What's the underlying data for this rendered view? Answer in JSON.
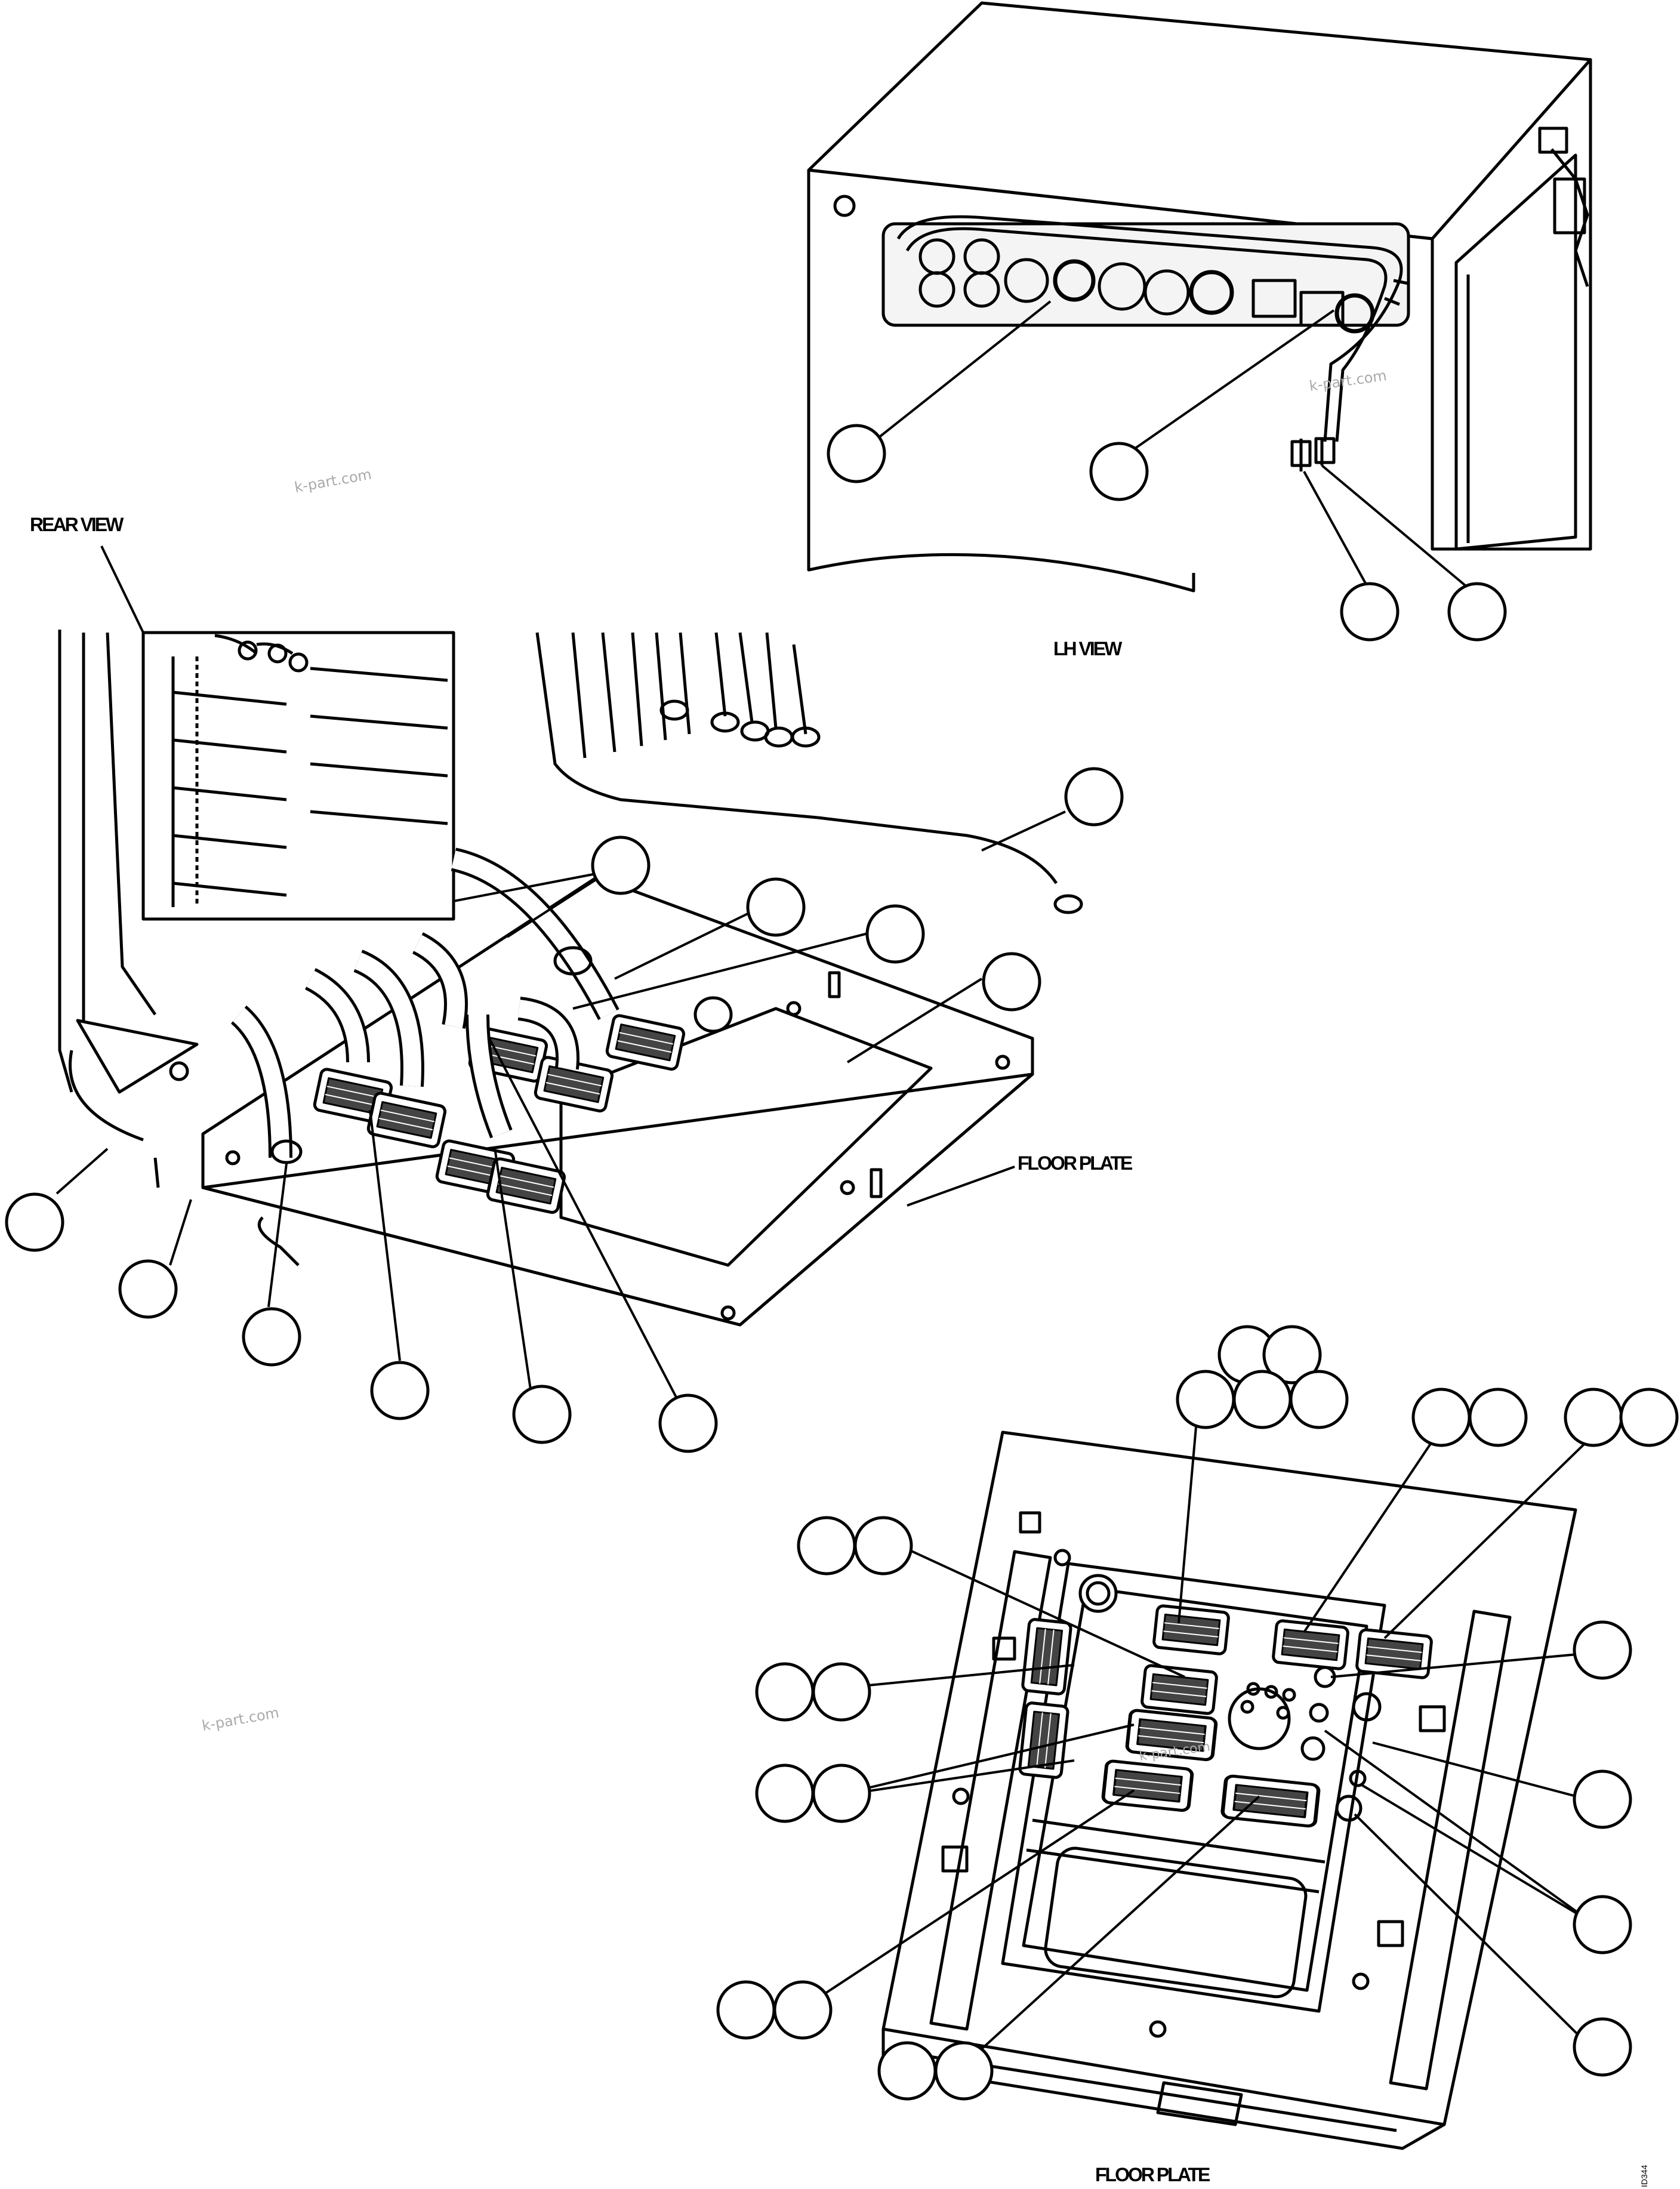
{
  "labels": {
    "rear_view": "REAR VIEW",
    "lh_view": "LH VIEW",
    "floor_plate_mid": "FLOOR PLATE",
    "floor_plate_bottom": "FLOOR PLATE",
    "figure_id": "ID344"
  },
  "watermarks": [
    "k-part.com",
    "k-part.com",
    "k-part.com",
    "k-part.com"
  ],
  "callout_style": {
    "fill": "#ffffff",
    "stroke": "#000000"
  },
  "line_color": "#000000"
}
